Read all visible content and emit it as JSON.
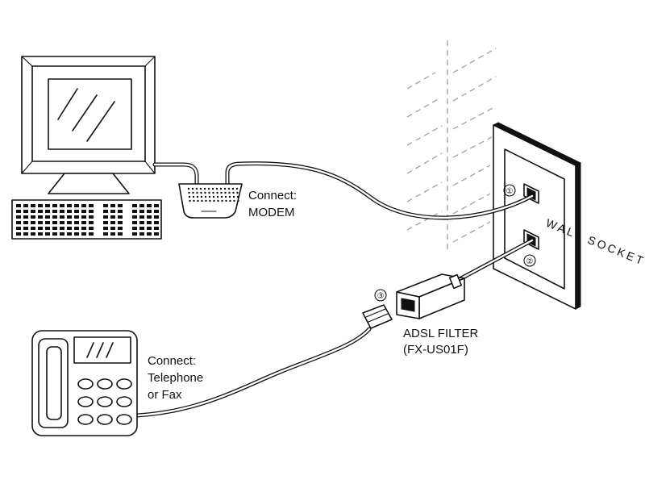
{
  "labels": {
    "modem_line1": "Connect:",
    "modem_line2": "MODEM",
    "wall_socket": "WALL SOCKET",
    "port_1": "①",
    "port_2": "②",
    "port_3": "③",
    "filter_line1": "ADSL FILTER",
    "filter_line2": "(FX-US01F)",
    "phone_line1": "Connect:",
    "phone_line2": "Telephone",
    "phone_line3": "or Fax"
  }
}
